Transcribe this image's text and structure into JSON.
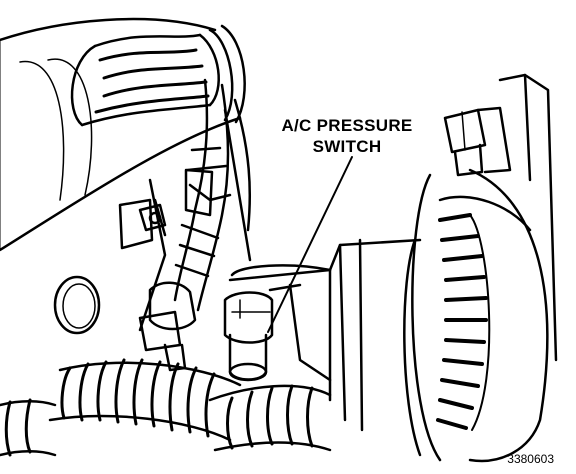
{
  "callout": {
    "line1": "A/C PRESSURE",
    "line2": "SWITCH"
  },
  "figure_number": "3380603",
  "colors": {
    "ink": "#000000",
    "paper": "#ffffff"
  }
}
